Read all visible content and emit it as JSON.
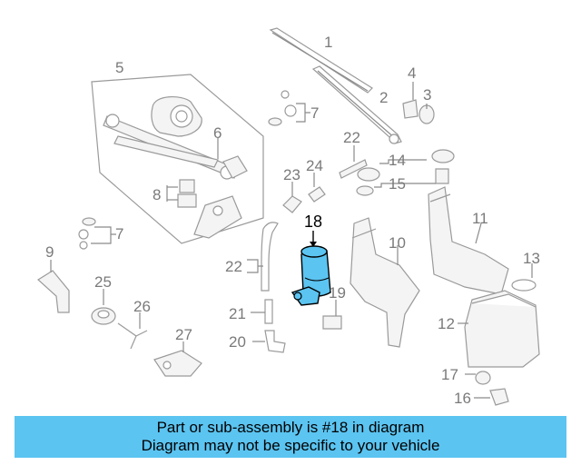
{
  "callouts": [
    "1",
    "2",
    "3",
    "4",
    "5",
    "6",
    "7",
    "7",
    "8",
    "9",
    "10",
    "11",
    "12",
    "13",
    "14",
    "15",
    "16",
    "17",
    "18",
    "19",
    "20",
    "21",
    "22",
    "22",
    "23",
    "24",
    "25",
    "26",
    "27"
  ],
  "highlight": {
    "label": "18",
    "color": "#5bc4f1"
  },
  "banner": {
    "line1": "Part or sub-assembly is #18 in diagram",
    "line2": "Diagram may not be specific to your vehicle",
    "color": "#5bc4f1"
  }
}
